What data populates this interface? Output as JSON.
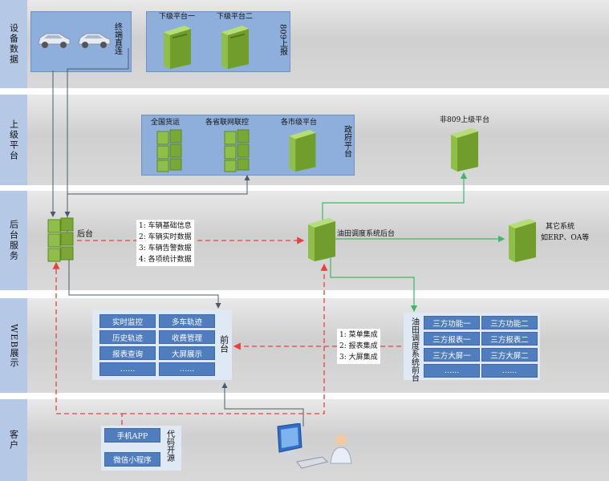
{
  "rows": [
    {
      "label": "设备数据"
    },
    {
      "label": "上级平台"
    },
    {
      "label": "后台服务"
    },
    {
      "label": "WEB展示"
    },
    {
      "label": "客户"
    }
  ],
  "device": {
    "terminal_label": "终端直连",
    "sub_platform_1": "下级平台一",
    "sub_platform_2": "下级平台二",
    "report_label": "809上报"
  },
  "upper": {
    "national": "全国货运",
    "provincial": "各省联网联控",
    "city": "各市级平台",
    "gov_label": "政府平台",
    "non809": "非809上级平台"
  },
  "backend": {
    "main_label": "后台",
    "oilfield_label": "油田调度系统后台",
    "other_line1": "其它系统",
    "other_line2": "如ERP、OA等",
    "data_items": [
      "1: 车辆基础信息",
      "2: 车辆实时数据",
      "3: 车辆告警数据",
      "4: 各项统计数据"
    ]
  },
  "web": {
    "menu": [
      [
        "实时监控",
        "多车轨迹"
      ],
      [
        "历史轨迹",
        "收费管理"
      ],
      [
        "报表查询",
        "大屏展示"
      ],
      [
        "…...",
        "…..."
      ]
    ],
    "front_label": "前台",
    "integration_items": [
      "1: 菜单集成",
      "2: 报表集成",
      "3: 大屏集成"
    ],
    "oilfield_front_label": "油田调度系统前台",
    "third_party": [
      [
        "三方功能一",
        "三方功能二"
      ],
      [
        "三方报表一",
        "三方报表二"
      ],
      [
        "三方大屏一",
        "三方大屏二"
      ],
      [
        "…...",
        "…..."
      ]
    ]
  },
  "client": {
    "app": "手机APP",
    "miniprogram": "微信小程序",
    "open_source": "代码开源"
  },
  "colors": {
    "row_label_bg": "#b5c9e6",
    "panel_bg": "#8eaedb",
    "button_bg": "#4f7dbe",
    "red_dashed": "#e8413c",
    "green_line": "#3cb86a",
    "server_green": "#7fae3a"
  }
}
